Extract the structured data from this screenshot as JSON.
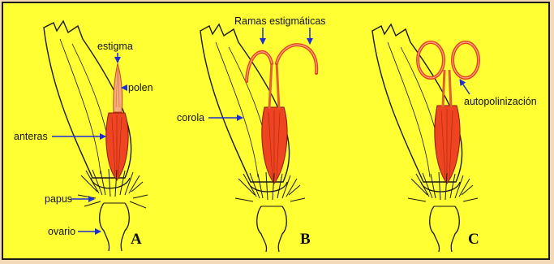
{
  "colors": {
    "background": "#ffff33",
    "anther_fill": "#ee4422",
    "arrow": "#1f2fd6",
    "outline": "#1a1a1a"
  },
  "panels": [
    {
      "letter": "A",
      "labels": {
        "estigma": "estigma",
        "polen": "polen",
        "anteras": "anteras",
        "papus": "papus",
        "ovario": "ovario"
      }
    },
    {
      "letter": "B",
      "labels": {
        "ramas": "Ramas estigmáticas",
        "corola": "corola"
      }
    },
    {
      "letter": "C",
      "labels": {
        "autopolinizacion": "autopolinización"
      }
    }
  ]
}
